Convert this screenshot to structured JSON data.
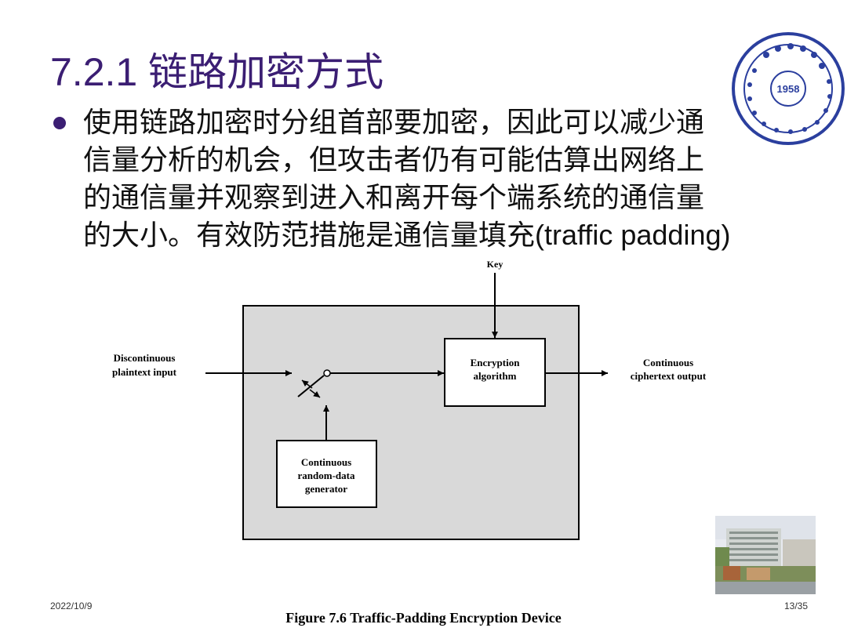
{
  "slide": {
    "title": "7.2.1 链路加密方式",
    "bullet_lines": [
      "使用链路加密时分组首部要加密，因此可以减少通",
      "信量分析的机会，但攻击者仍有可能估算出网络上",
      "的通信量并观察到进入和离开每个端系统的通信量",
      "的大小。有效防范措施是通信量填充(traffic padding)"
    ]
  },
  "diagram": {
    "key_label": "Key",
    "input_label_line1": "Discontinuous",
    "input_label_line2": "plaintext input",
    "encryption_line1": "Encryption",
    "encryption_line2": "algorithm",
    "output_label_line1": "Continuous",
    "output_label_line2": "ciphertext output",
    "generator_line1": "Continuous",
    "generator_line2": "random-data",
    "generator_line3": "generator"
  },
  "logo": {
    "year": "1958"
  },
  "footer": {
    "date": "2022/10/9",
    "page": "13/35",
    "caption": "Figure 7.6  Traffic-Padding Encryption Device"
  },
  "colors": {
    "title": "#3b1e73",
    "box_fill": "#d9d9d9",
    "logo_blue": "#2b3f9e"
  }
}
